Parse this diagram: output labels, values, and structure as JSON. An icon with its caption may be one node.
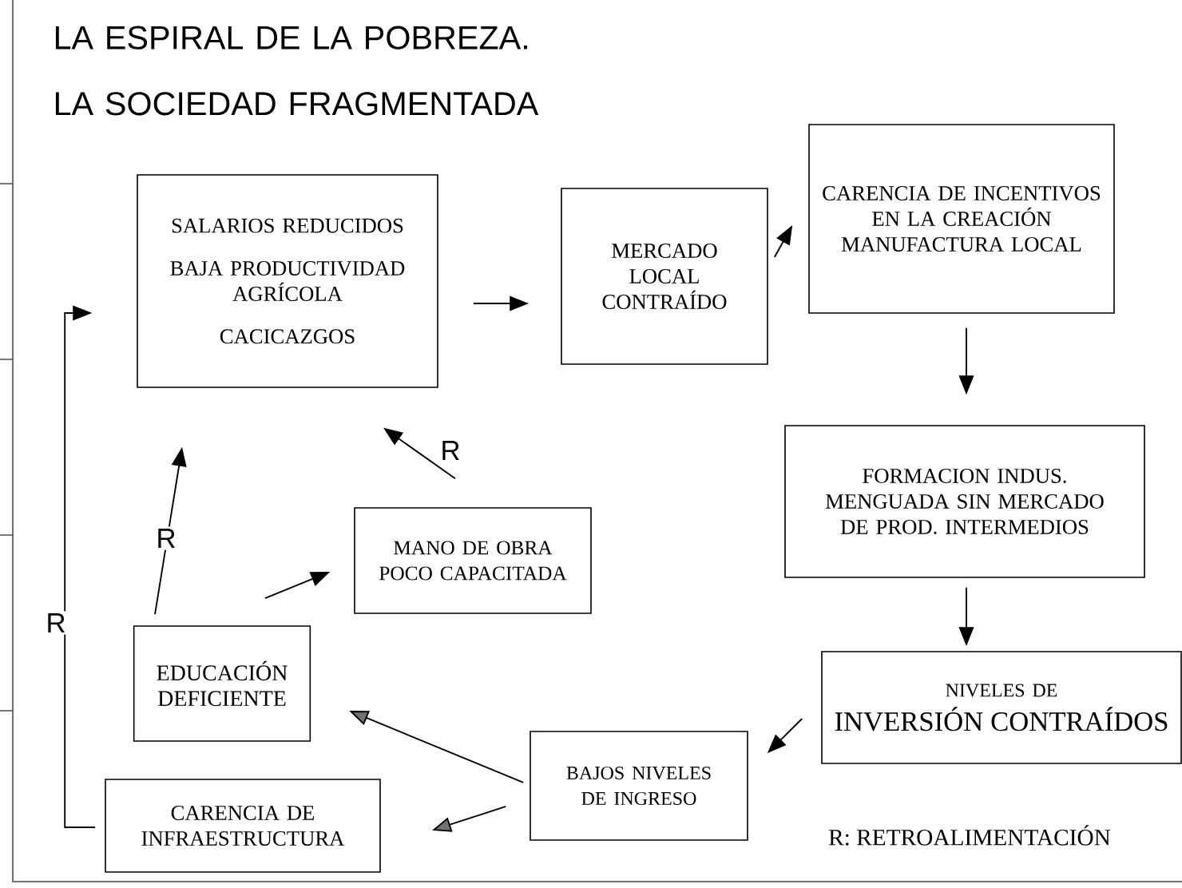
{
  "diagram": {
    "title": "LA ESPIRAL DE LA POBREZA. LA SOCIEDAD FRAGMENTADA",
    "nodes": [
      {
        "text": [
          "SALARIOS REDUCIDOS",
          "BAJA PRODUCTIVIDAD AGRÍCOLA",
          "CACICAZGOS"
        ]
      },
      {
        "text": [
          "MERCADO LOCAL CONTRAÍDO"
        ]
      },
      {
        "text": [
          "CARENCIA DE INCENTIVOS EN LA CREACIÓN MANUFACTURA LOCAL"
        ]
      },
      {
        "text": [
          "FORMACION INDUS. MENGUADA SIN MERCADO DE PROD. INTERMEDIOS"
        ]
      },
      {
        "text": [
          "NIVELES DE",
          "INVERSIÓN CONTRAÍDOS"
        ]
      },
      {
        "text": [
          "BAJOS NIVELES DE INGRESO"
        ]
      },
      {
        "text": [
          "EDUCACIÓN DEFICIENTE"
        ]
      },
      {
        "text": [
          "MANO DE OBRA POCO CAPACITADA"
        ]
      },
      {
        "text": [
          "CARENCIA DE INFRAESTRUCTURA"
        ]
      }
    ],
    "edges": [
      {
        "from": 0,
        "to": 1,
        "arrow": "to"
      },
      {
        "from": 1,
        "to": 2,
        "arrow": "to"
      },
      {
        "from": 2,
        "to": 3,
        "arrow": "to"
      },
      {
        "from": 3,
        "to": 4,
        "arrow": "to"
      },
      {
        "from": 4,
        "to": 5,
        "arrow": "to"
      },
      {
        "from": 5,
        "to": 6,
        "arrow": "to"
      },
      {
        "from": 5,
        "to": 8,
        "arrow": "to"
      },
      {
        "from": 6,
        "to": 7,
        "arrow": "to"
      },
      {
        "from": 6,
        "to": 0,
        "arrow": "to",
        "label": "R"
      },
      {
        "from": 7,
        "to": 0,
        "arrow": "to",
        "label": "R"
      },
      {
        "from": 8,
        "to": 0,
        "arrow": "to",
        "label": "R"
      }
    ],
    "labels": [
      "R: RETROALIMENTACIÓN"
    ]
  }
}
